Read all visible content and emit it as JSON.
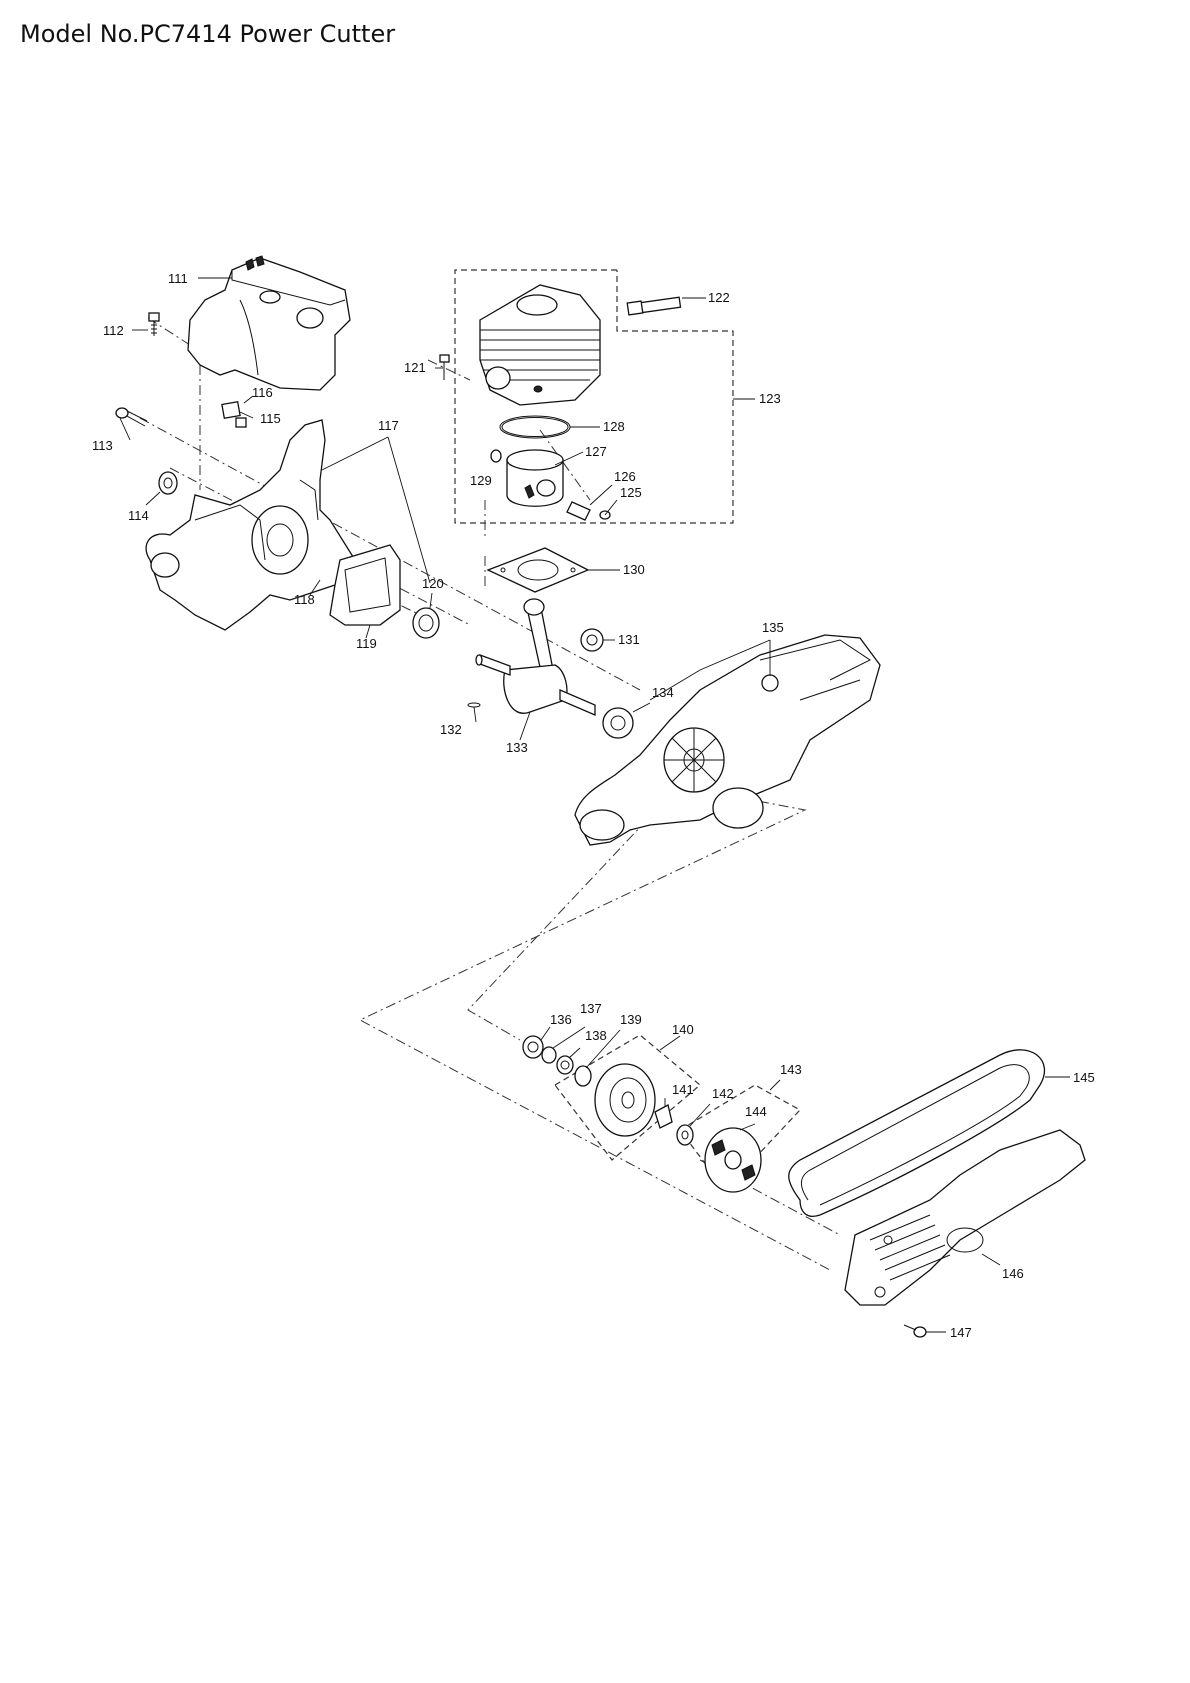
{
  "header": {
    "title": "Model No.PC7414 Power Cutter"
  },
  "labels": {
    "p111": "111",
    "p112": "112",
    "p113": "113",
    "p114": "114",
    "p115": "115",
    "p116": "116",
    "p117": "117",
    "p118": "118",
    "p119": "119",
    "p120": "120",
    "p121": "121",
    "p122": "122",
    "p123": "123",
    "p125": "125",
    "p126": "126",
    "p127": "127",
    "p128": "128",
    "p129": "129",
    "p130": "130",
    "p131": "131",
    "p132": "132",
    "p133": "133",
    "p134": "134",
    "p135": "135",
    "p136": "136",
    "p137": "137",
    "p138": "138",
    "p139": "139",
    "p140": "140",
    "p141": "141",
    "p142": "142",
    "p143": "143",
    "p144": "144",
    "p145": "145",
    "p146": "146",
    "p147": "147"
  },
  "colors": {
    "line": "#111111",
    "background": "#ffffff"
  }
}
